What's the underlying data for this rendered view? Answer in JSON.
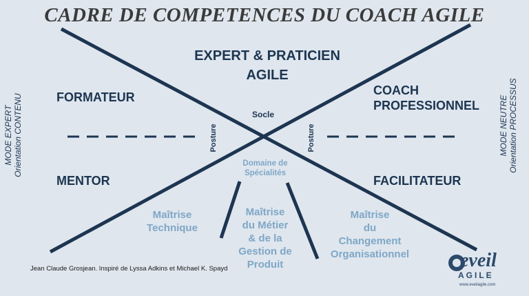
{
  "title": "CADRE DE COMPETENCES DU COACH AGILE",
  "top": {
    "line1": "EXPERT & PRATICIEN",
    "line2": "AGILE"
  },
  "roles": {
    "formateur": "FORMATEUR",
    "coach_line1": "COACH",
    "coach_line2": "PROFESSIONNEL",
    "mentor": "MENTOR",
    "facilitateur": "FACILITATEUR"
  },
  "socle": "Socle",
  "posture_left": "Posture",
  "posture_right": "Posture",
  "domaine": {
    "line1": "Domaine de",
    "line2": "Spécialités"
  },
  "maitrise_technique": {
    "line1": "Maîtrise",
    "line2": "Technique"
  },
  "maitrise_metier": {
    "line1": "Maîtrise",
    "line2": "du Métier",
    "line3": "& de la",
    "line4": "Gestion de",
    "line5": "Produit"
  },
  "maitrise_changement": {
    "line1": "Maîtrise",
    "line2": "du",
    "line3": "Changement",
    "line4": "Organisationnel"
  },
  "mode_expert": {
    "line1": "MODE EXPERT",
    "line2": "Orientation CONTENU"
  },
  "mode_neutre": {
    "line1": "MODE NEUTRE",
    "line2": "Orientation PROCESSUS"
  },
  "credit": "Jean Claude Grosjean. Inspiré de Lyssa Adkins et Michael K. Spayd",
  "logo": {
    "word": "eveil",
    "sub": "AGILE",
    "url": "www.eveilagile.com"
  },
  "colors": {
    "background": "#dfe6ee",
    "dark_blue": "#1d3550",
    "light_blue": "#7fa7c6",
    "title": "#3a3a3a"
  }
}
